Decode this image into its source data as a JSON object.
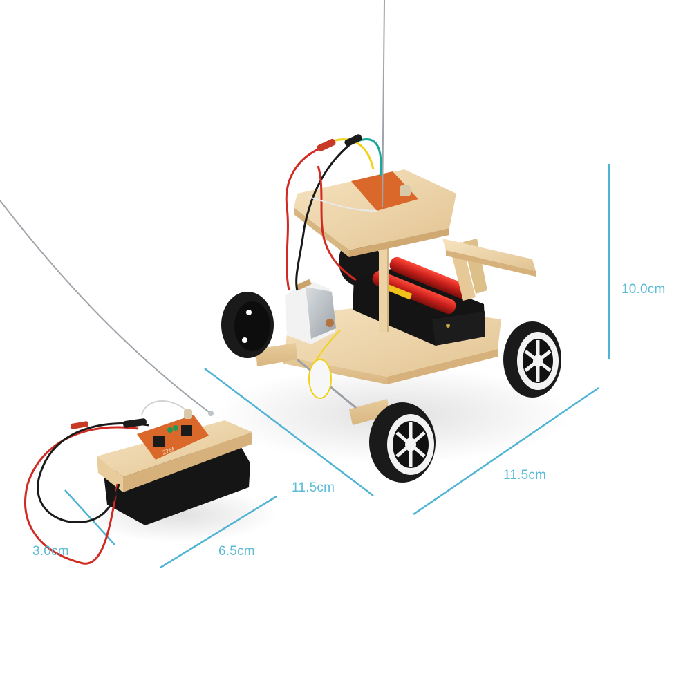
{
  "product": {
    "subject": "DIY wooden remote control car kit with transmitter",
    "colors": {
      "dimension_line": "#4fb3d3",
      "dimension_text": "#5bbbd6",
      "wood": "#ecd3a6",
      "pcb": "#d9682a",
      "battery_red": "#c8201c",
      "tire_black": "#1a1a1a"
    }
  },
  "dimensions": {
    "car_height": "10.0cm",
    "car_length": "11.5cm",
    "car_width": "11.5cm",
    "remote_length": "6.5cm",
    "remote_width": "3.0cm"
  },
  "pcb_marking": {
    "frequency": "27M"
  }
}
